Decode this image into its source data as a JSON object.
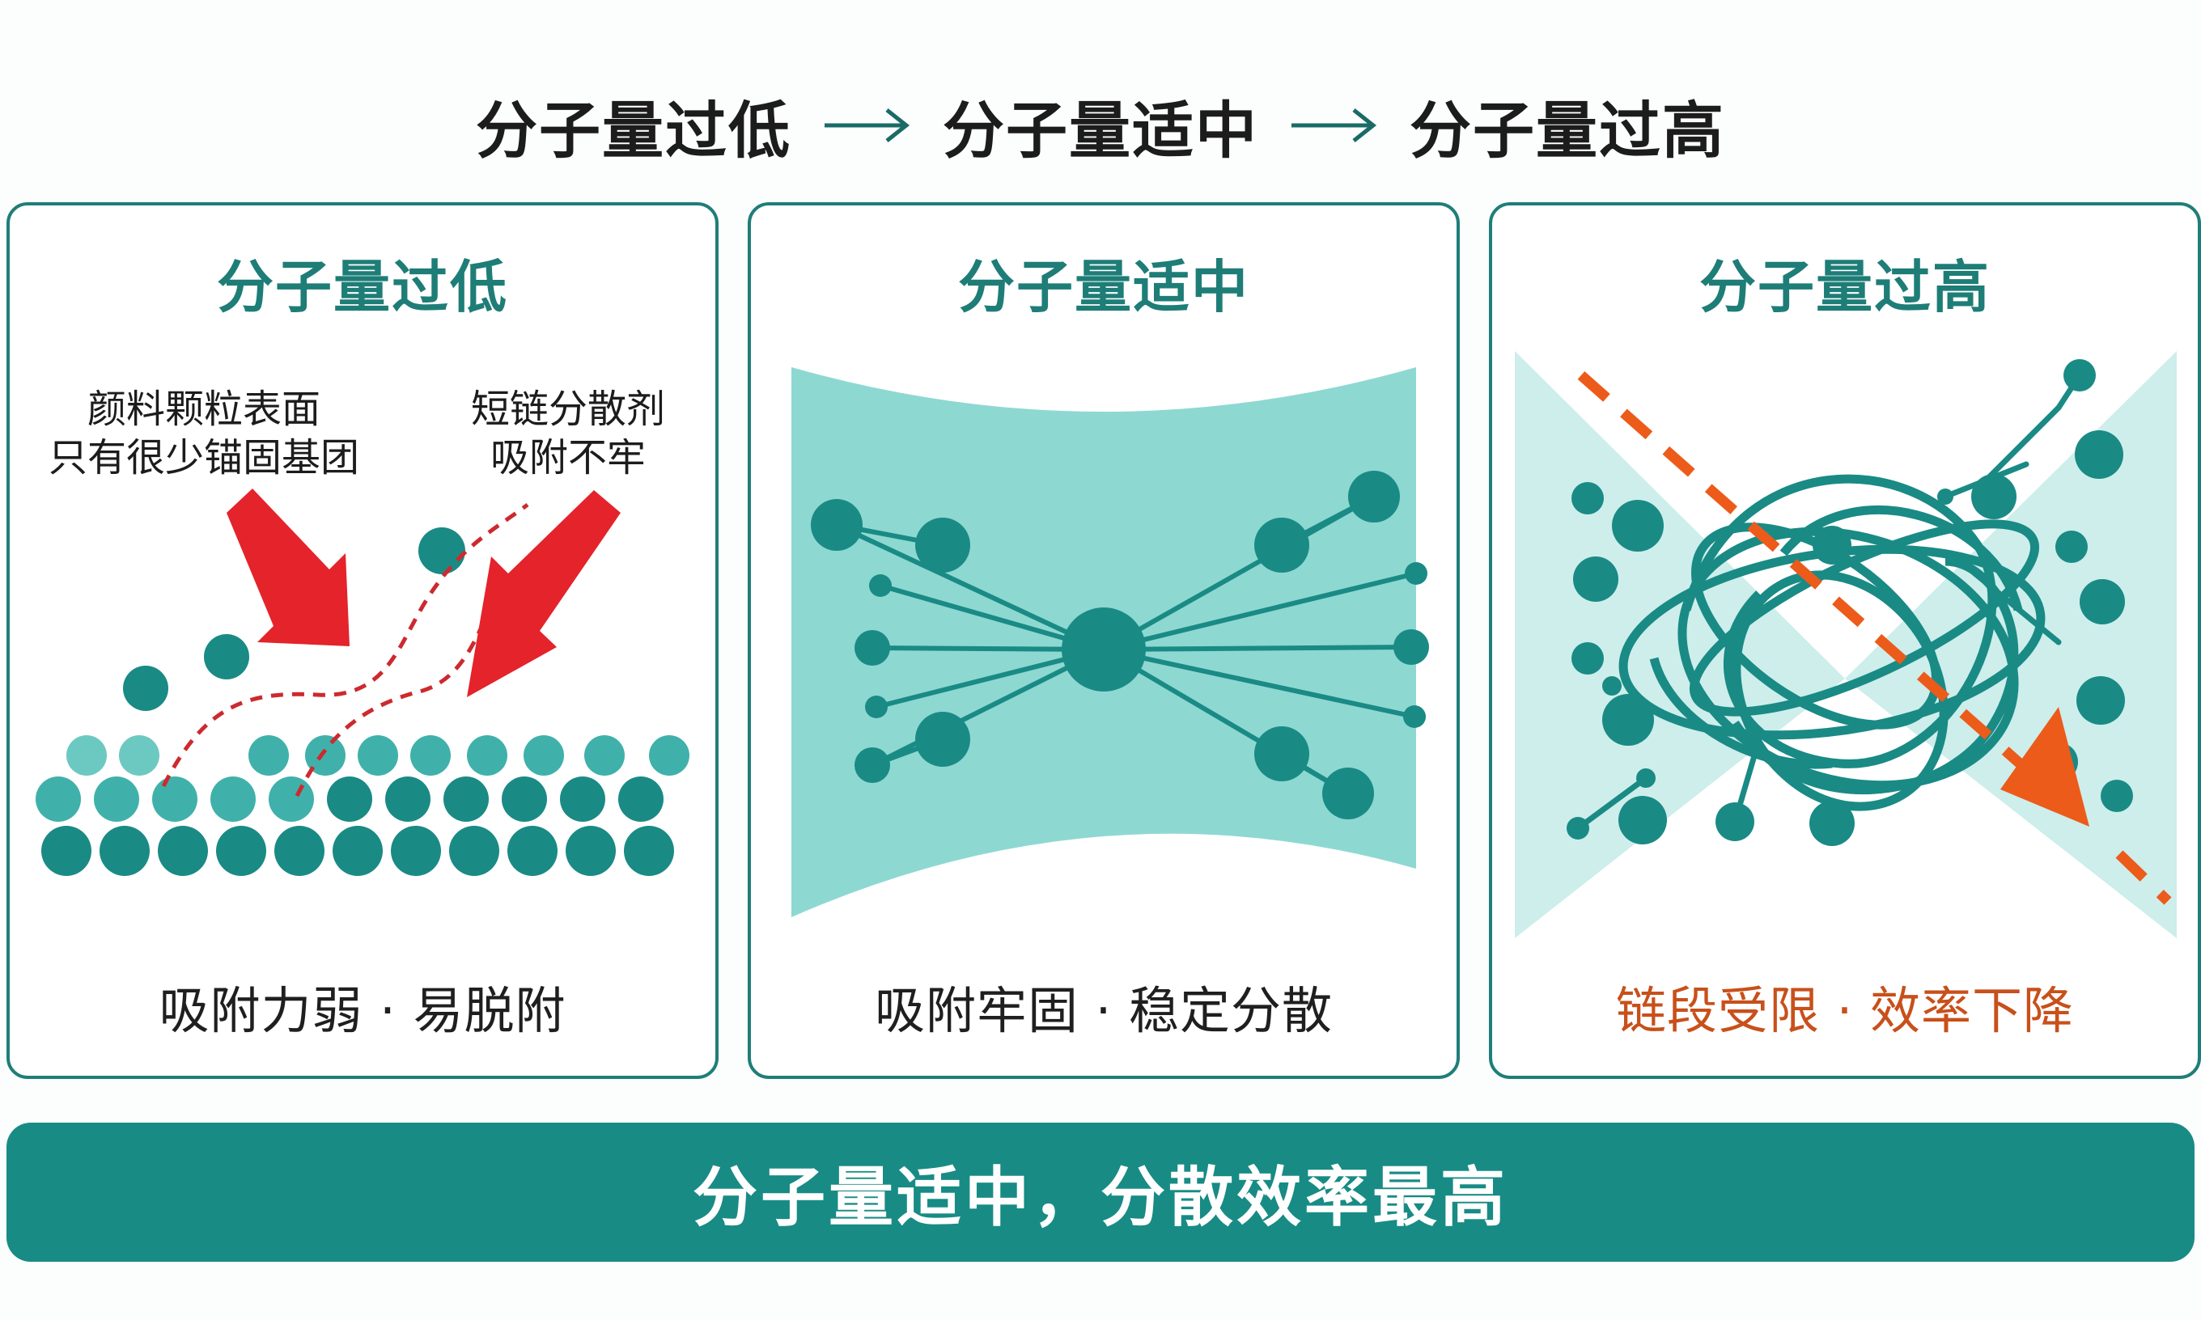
{
  "headline": {
    "stage_low": "分子量过低",
    "stage_mid": "分子量适中",
    "stage_high": "分子量过高"
  },
  "panels": [
    {
      "title": "分子量过低",
      "notes": [
        "颜料颗粒表面",
        "只有很少锚固基团",
        "短链分散剂",
        "吸附不牢"
      ],
      "caption": "吸附力弱 · 易脱附"
    },
    {
      "title": "分子量适中",
      "caption": "吸附牢固 · 稳定分散"
    },
    {
      "title": "分子量过高",
      "caption": "链段受限 · 效率下降"
    }
  ],
  "banner": {
    "text": "分子量适中，分散效率最高"
  },
  "colors": {
    "teal": "#1a8a85",
    "teal_dark": "#1e7d77",
    "teal_light": "#8ed8d2",
    "red_arrow": "#e4232a",
    "orange_arrow": "#ec5b1a",
    "caption_warn": "#c8501a"
  }
}
